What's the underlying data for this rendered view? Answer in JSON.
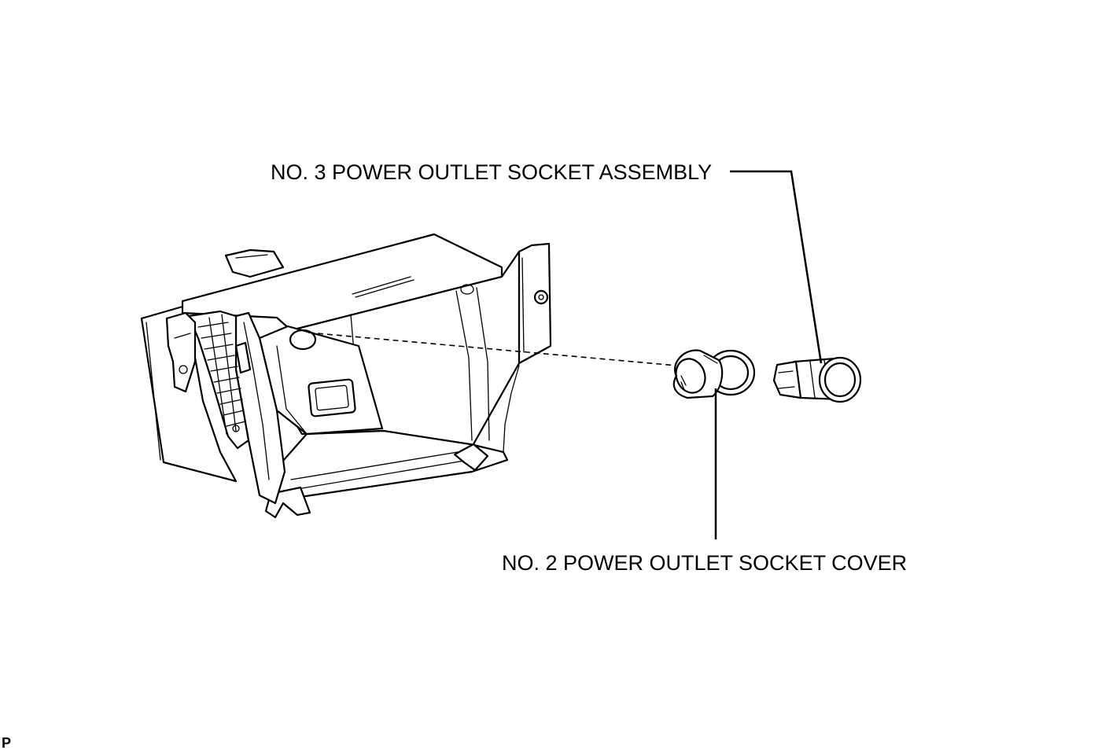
{
  "labels": {
    "assembly": "NO. 3 POWER OUTLET SOCKET ASSEMBLY",
    "cover": "NO. 2 POWER OUTLET SOCKET COVER"
  },
  "corner_mark": "P",
  "colors": {
    "line": "#000000",
    "background": "#ffffff"
  }
}
